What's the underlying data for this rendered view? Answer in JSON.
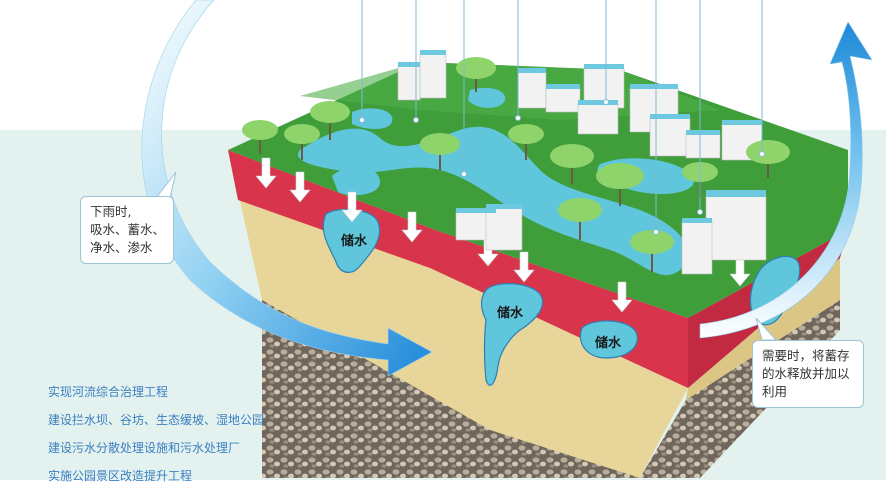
{
  "callouts": {
    "rain": [
      "下雨时,",
      "吸水、蓄水、",
      "净水、渗水"
    ],
    "release": [
      "需要时，将蓄存",
      "的水释放并加以",
      "利用"
    ]
  },
  "storage_labels": [
    "储水",
    "储水",
    "储水"
  ],
  "measures": [
    "实现河流综合治理工程",
    "建设拦水坝、谷坊、生态缓坡、湿地公园",
    "建设污水分散处理设施和污水处理厂",
    "实施公园景区改造提升工程"
  ],
  "colors": {
    "grass": "#3f9d3a",
    "soil_red": "#d8344c",
    "sand": "#e8d59a",
    "gravel": "#8a7f72",
    "water": "#5fc6dc",
    "arrow_blue": "#1e88d8",
    "text_blue": "#3a7fc1",
    "band": "#e4f2ef"
  }
}
